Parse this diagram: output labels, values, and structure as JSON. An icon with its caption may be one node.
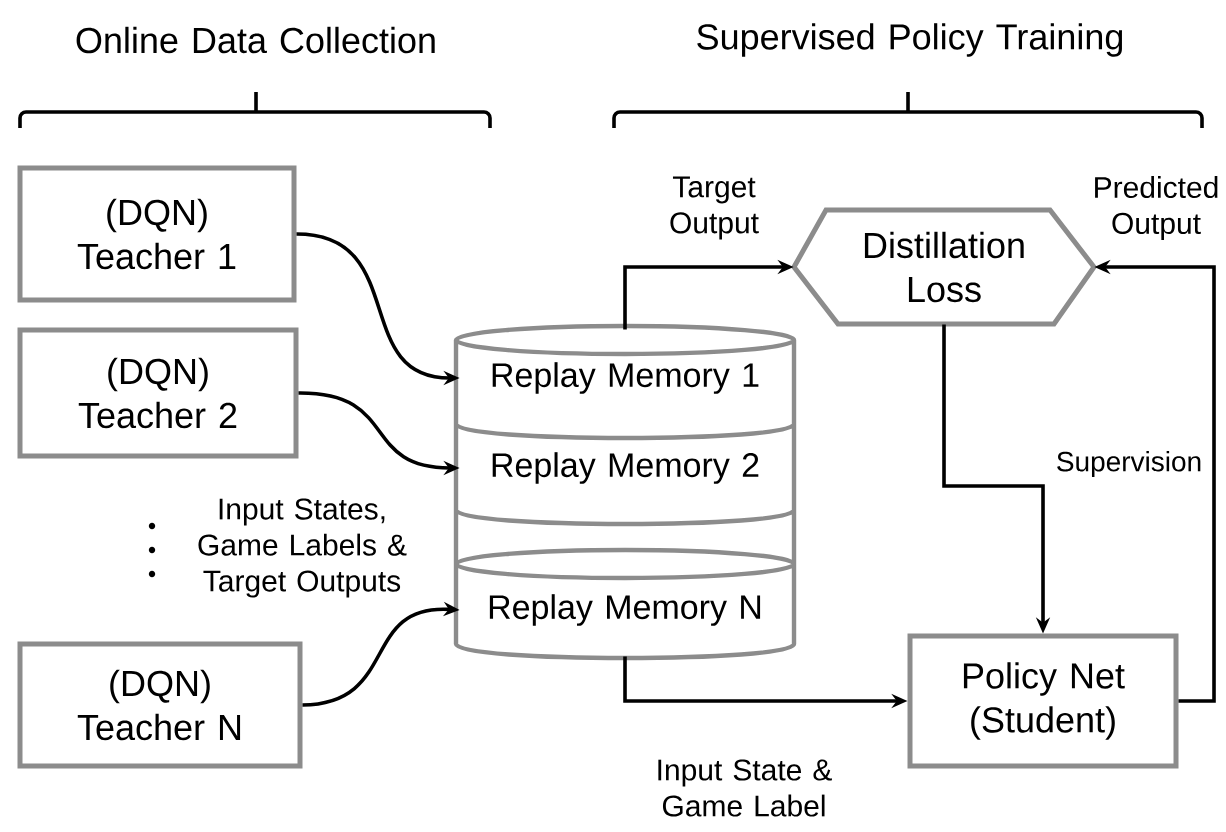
{
  "diagram": {
    "nodes": [
      {
        "text": [
          "(DQN) Teacher 1"
        ]
      },
      {
        "text": [
          "(DQN) Teacher 2"
        ]
      },
      {
        "text": [
          "(DQN) Teacher N"
        ]
      },
      {
        "text": [
          "Replay Memory 1"
        ]
      },
      {
        "text": [
          "Replay Memory 2"
        ]
      },
      {
        "text": [
          "Replay Memory N"
        ]
      },
      {
        "text": [
          "Distillation Loss"
        ]
      },
      {
        "text": [
          "Policy Net (Student)"
        ]
      }
    ],
    "edges": [
      {
        "from": 0,
        "to": 3,
        "arrow": "to"
      },
      {
        "from": 1,
        "to": 4,
        "arrow": "to"
      },
      {
        "from": 2,
        "to": 5,
        "arrow": "to"
      },
      {
        "from": 3,
        "to": 6,
        "arrow": "to",
        "label": "Target Output"
      },
      {
        "from": 7,
        "to": 6,
        "arrow": "to",
        "label": "Predicted Output"
      },
      {
        "from": 6,
        "to": 7,
        "arrow": "to",
        "label": "Supervision"
      },
      {
        "from": 5,
        "to": 7,
        "arrow": "to",
        "label": "Input State & Game Label"
      }
    ],
    "labels": [
      "Online Data Collection",
      "Supervised Policy Training",
      "Input States, Game Labels & Target Outputs"
    ]
  }
}
